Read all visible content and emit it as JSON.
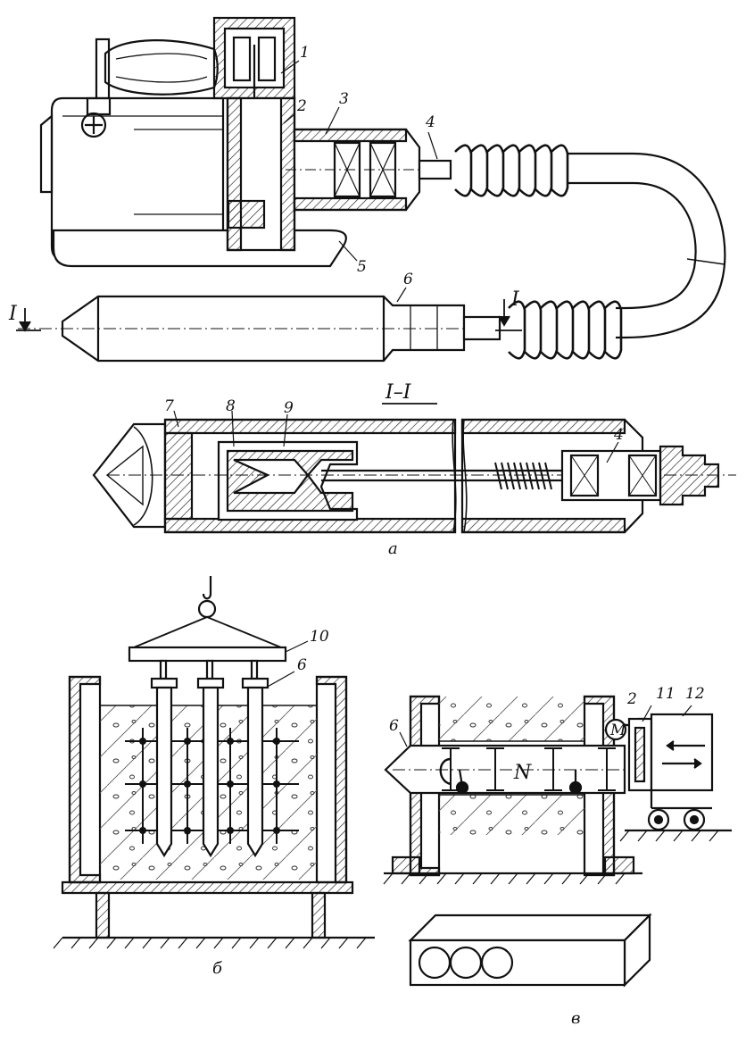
{
  "labels": {
    "l1": "1",
    "l2": "2",
    "l3": "3",
    "l4": "4",
    "l5": "5",
    "l6": "6",
    "l7": "7",
    "l8": "8",
    "l9": "9",
    "l10": "10",
    "l11": "11",
    "l12": "12",
    "section_mark": "I",
    "section_title": "I–I",
    "letter_m": "M",
    "letter_n": "N"
  },
  "captions": {
    "a": "а",
    "b": "б",
    "v": "в"
  }
}
